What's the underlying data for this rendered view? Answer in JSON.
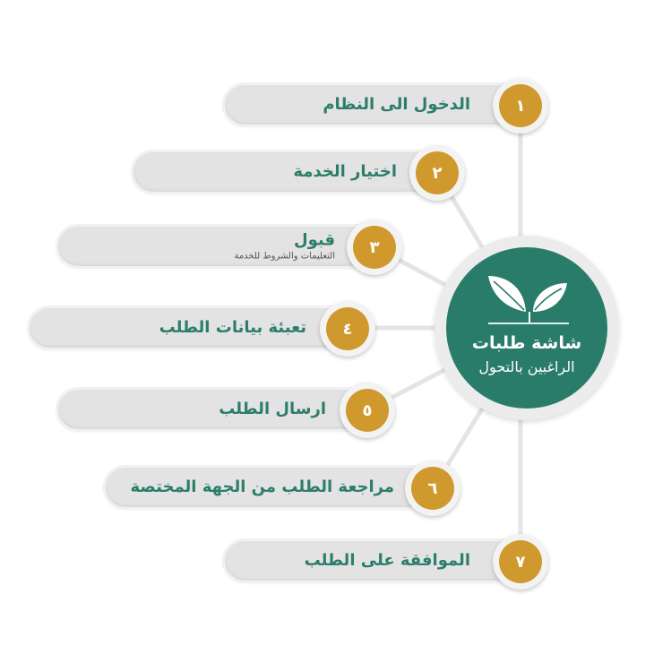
{
  "hub": {
    "title": "شاشة طلبات",
    "subtitle": "الراغبين بالتحول",
    "icon": "leaf-sprout-icon"
  },
  "steps": [
    {
      "number": "١",
      "label": "الدخول الى النظام",
      "sublabel": ""
    },
    {
      "number": "٢",
      "label": "اختيار الخدمة",
      "sublabel": ""
    },
    {
      "number": "٣",
      "label": "قبول",
      "sublabel": "التعليمات والشروط للخدمة"
    },
    {
      "number": "٤",
      "label": "تعبئة بيانات الطلب",
      "sublabel": ""
    },
    {
      "number": "٥",
      "label": "ارسال الطلب",
      "sublabel": ""
    },
    {
      "number": "٦",
      "label": "مراجعة الطلب من الجهة المختصة",
      "sublabel": ""
    },
    {
      "number": "٧",
      "label": "الموافقة على الطلب",
      "sublabel": ""
    }
  ],
  "colors": {
    "primary_green": "#2a7c6a",
    "badge_gold": "#d0992d",
    "pill_gray": "#e3e3e3",
    "connector_gray": "#e4e4e4"
  }
}
